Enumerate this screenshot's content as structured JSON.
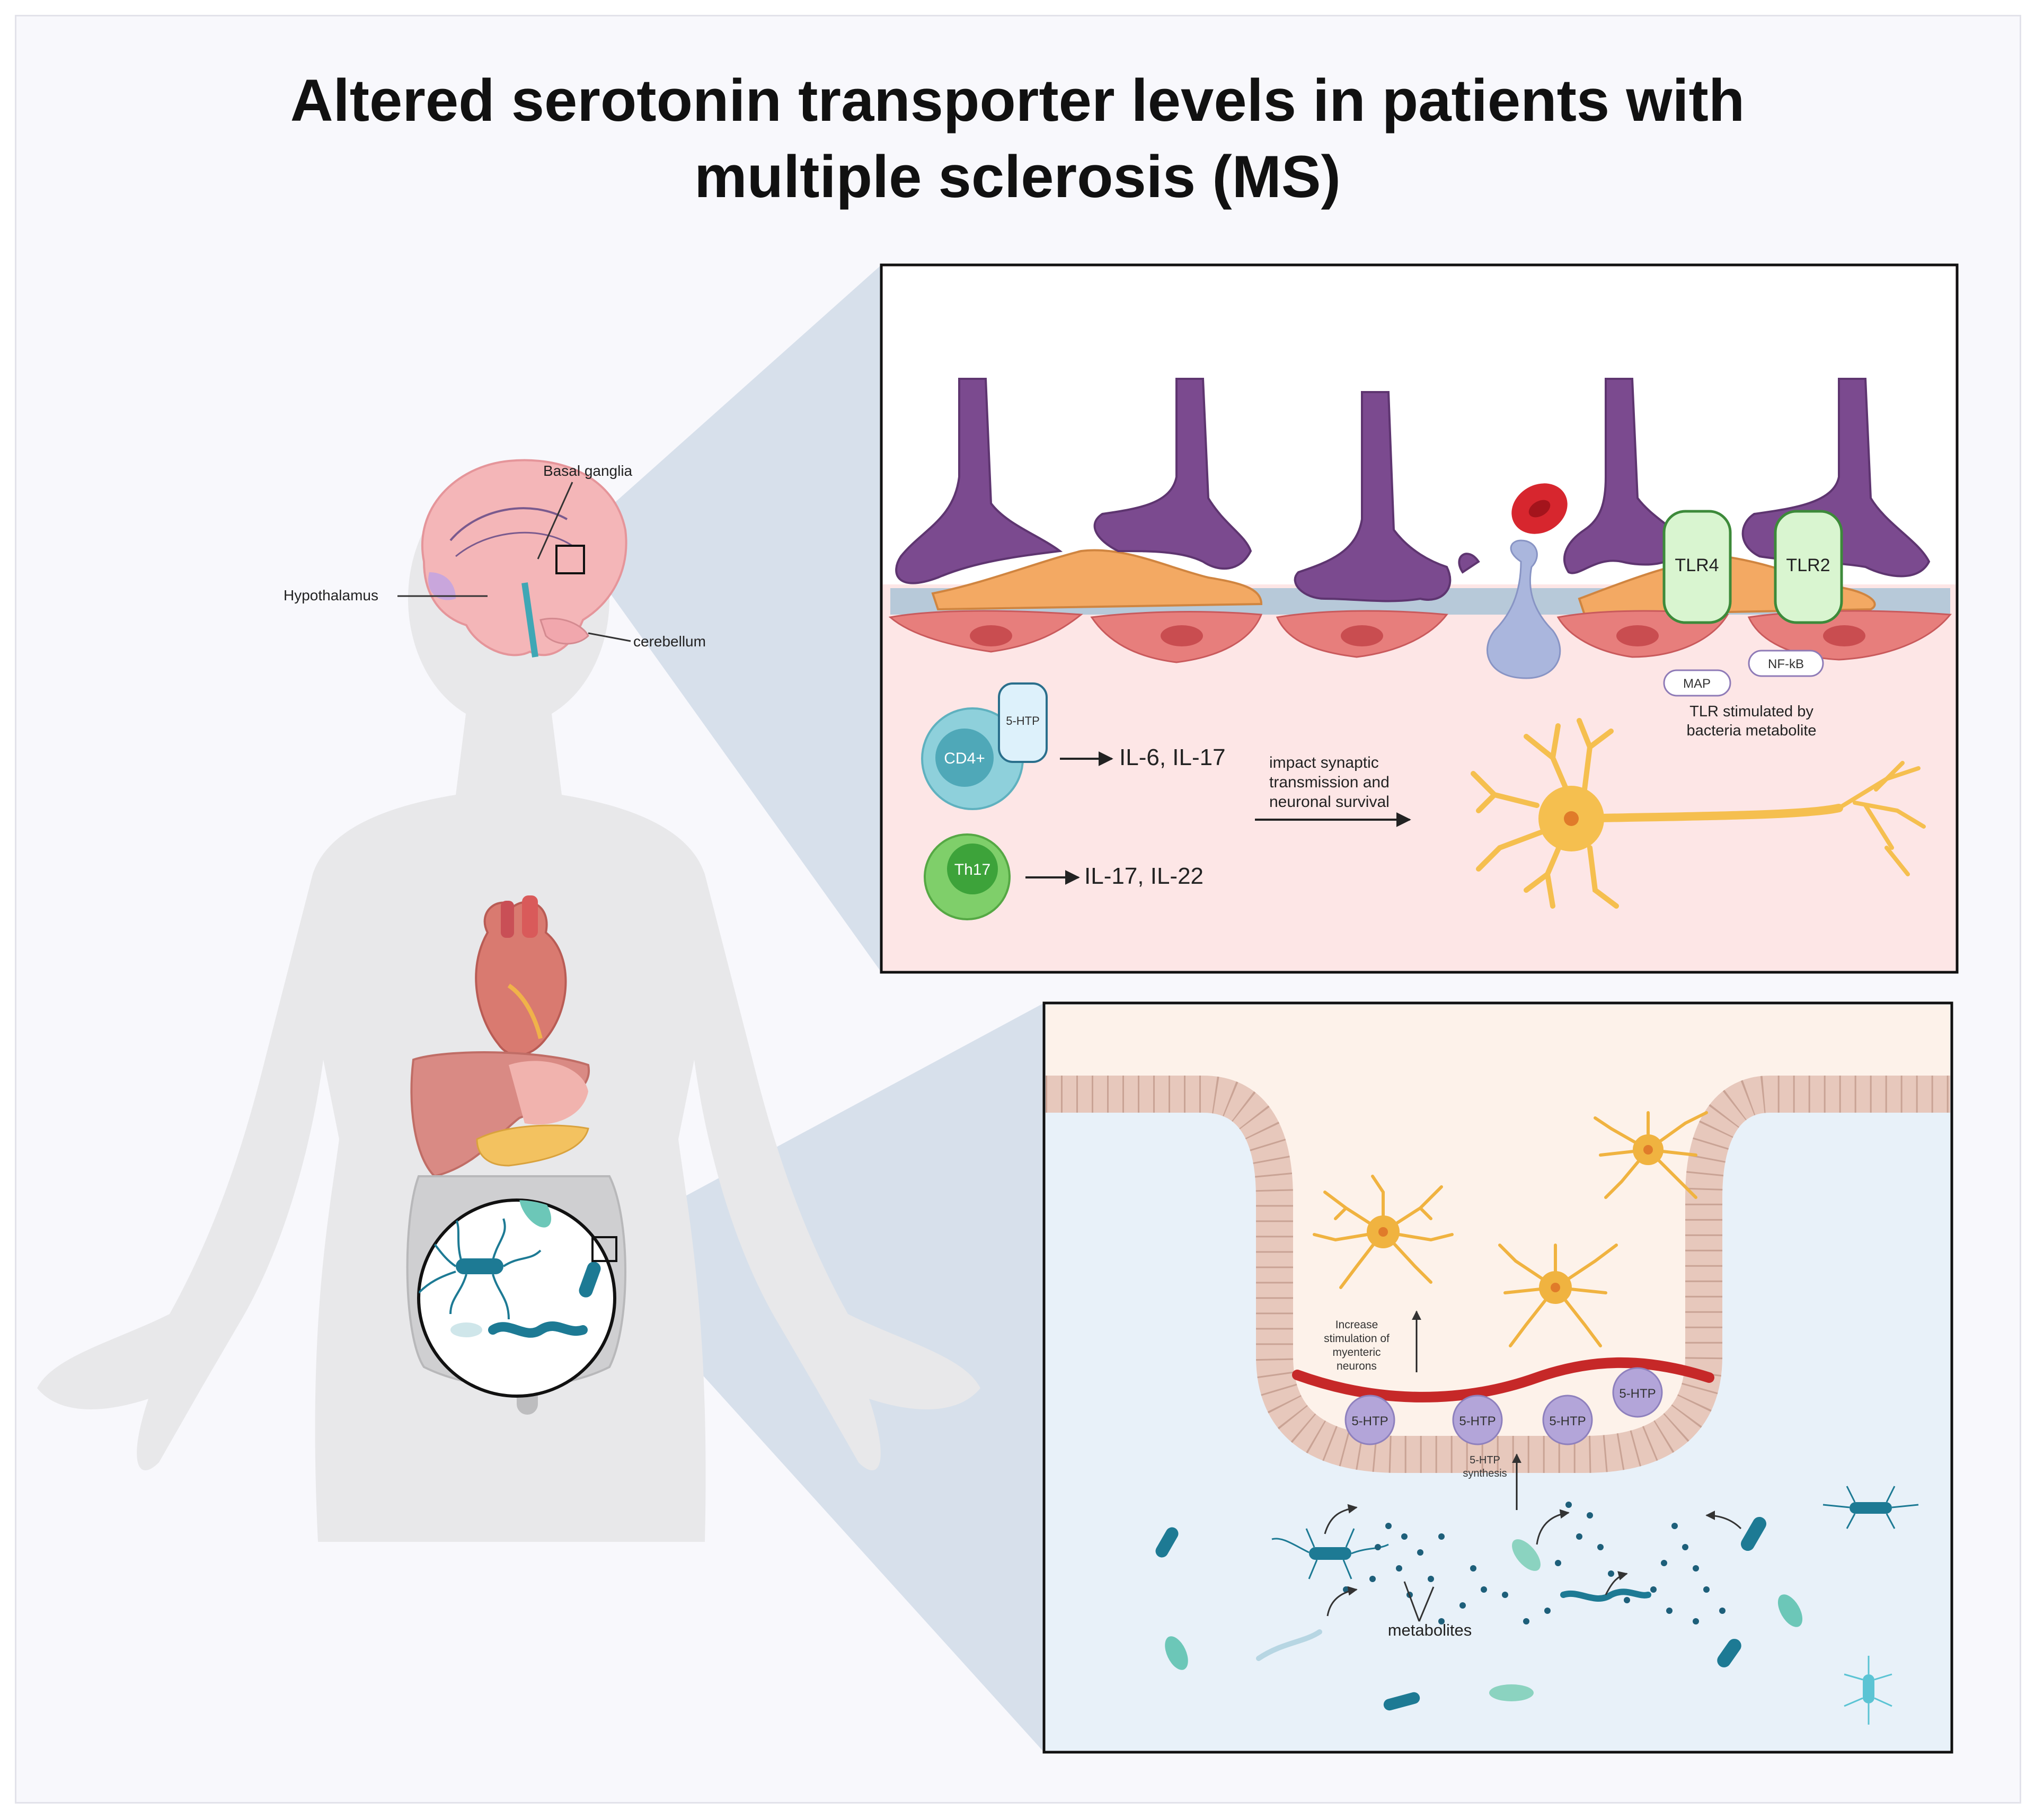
{
  "title": {
    "line1": "Altered serotonin transporter levels in patients with",
    "line2": "multiple sclerosis (MS)"
  },
  "brain_labels": {
    "basal_ganglia": "Basal ganglia",
    "hypothalamus": "Hypothalamus",
    "cerebellum": "cerebellum"
  },
  "brain_panel": {
    "receptor_tlr4": "TLR4",
    "receptor_tlr2": "TLR2",
    "map": "MAP",
    "nfkb": "NF-kB",
    "tlr_note_line1": "TLR stimulated by",
    "tlr_note_line2": "bacteria metabolite",
    "cd4": "CD4+",
    "htp_tag": "5-HTP",
    "cd4_output": "IL-6, IL-17",
    "th17": "Th17",
    "th17_output": "IL-17, IL-22",
    "impact_line1": "impact synaptic",
    "impact_line2": "transmission and",
    "impact_line3": "neuronal survival"
  },
  "gut_panel": {
    "increase_line1": "Increase",
    "increase_line2": "stimulation of",
    "increase_line3": "myenteric",
    "increase_line4": "neurons",
    "htp": "5-HTP",
    "synth_line1": "5-HTP",
    "synth_line2": "synthesis",
    "metabolites": "metabolites"
  },
  "colors": {
    "astrocyte": "#7b4a8f",
    "oligodendrocyte": "#f0a85c",
    "endothelium": "#e57373",
    "neuron": "#f5bf4f",
    "cd4": "#7ec8d4",
    "th17": "#5cbf5c",
    "tlr": "#d9f5d0",
    "gut_lumen": "#e8f1f9",
    "mucosa": "#fdf2ea",
    "bacteria": "#1d7a94"
  },
  "icons": [
    "brain-icon",
    "heart-icon",
    "liver-icon",
    "intestine-icon",
    "bacterium-icon",
    "neuron-icon",
    "red-blood-cell-icon"
  ]
}
